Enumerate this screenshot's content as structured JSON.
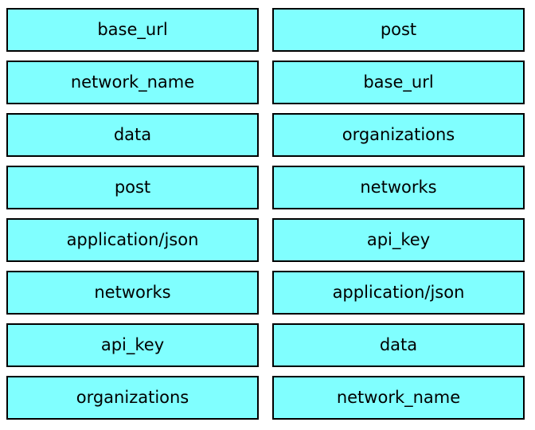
{
  "palette": {
    "box_fill": "#80FFFF",
    "box_border": "#000000",
    "background": "#FFFFFF",
    "text": "#000000"
  },
  "left_column": {
    "items": [
      "base_url",
      "network_name",
      "data",
      "post",
      "application/json",
      "networks",
      "api_key",
      "organizations"
    ]
  },
  "right_column": {
    "items": [
      "post",
      "base_url",
      "organizations",
      "networks",
      "api_key",
      "application/json",
      "data",
      "network_name"
    ]
  }
}
